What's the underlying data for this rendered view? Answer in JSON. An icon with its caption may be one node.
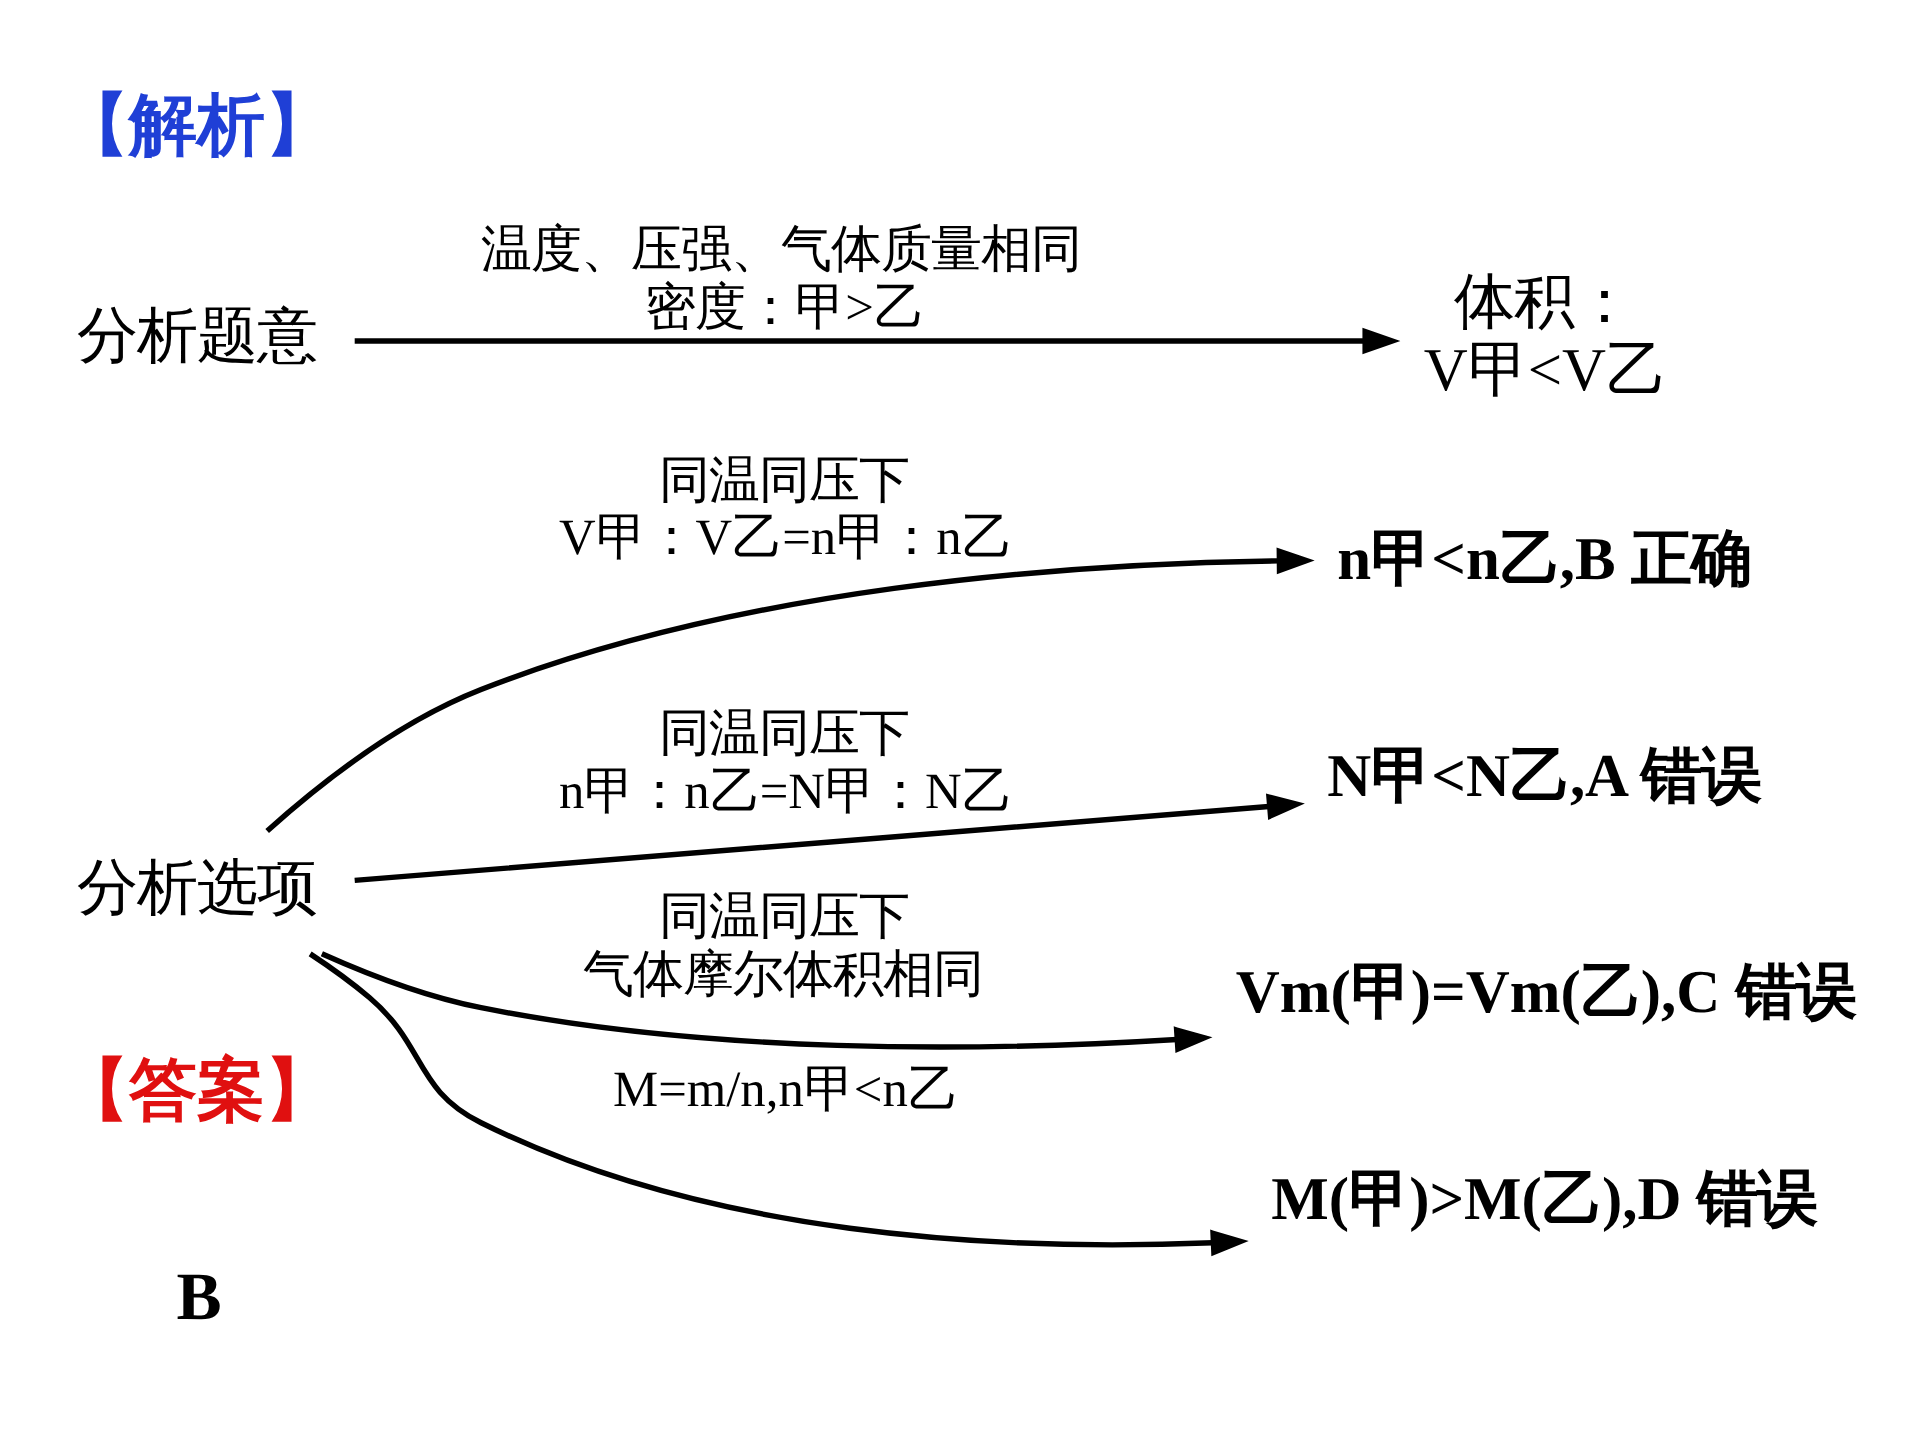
{
  "diagram": {
    "nodes": [
      {
        "text": [
          "分析题意"
        ]
      },
      {
        "text": [
          "体积：",
          "V甲<V乙"
        ]
      },
      {
        "text": [
          "分析选项"
        ]
      },
      {
        "text": [
          "n甲<n乙,B 正确"
        ]
      },
      {
        "text": [
          "N甲<N乙,A 错误"
        ]
      },
      {
        "text": [
          "Vm(甲)=Vm(乙),C 错误"
        ]
      },
      {
        "text": [
          "M(甲)>M(乙),D 错误"
        ]
      }
    ],
    "edges": [
      {
        "from": 0,
        "to": 1,
        "arrow": "to",
        "label": [
          "温度、压强、气体质量相同",
          "密度：甲>乙"
        ]
      },
      {
        "from": 2,
        "to": 3,
        "arrow": "to",
        "label": [
          "同温同压下",
          "V甲：V乙=n甲：n乙"
        ]
      },
      {
        "from": 2,
        "to": 4,
        "arrow": "to",
        "label": [
          "同温同压下",
          "n甲：n乙=N甲：N乙"
        ]
      },
      {
        "from": 2,
        "to": 5,
        "arrow": "to",
        "label": [
          "同温同压下",
          "气体摩尔体积相同"
        ]
      },
      {
        "from": 2,
        "to": 6,
        "arrow": "to",
        "label": "M=m/n,n甲<n乙"
      }
    ],
    "labels": [
      "【解析】",
      "【答案】",
      "B"
    ]
  }
}
